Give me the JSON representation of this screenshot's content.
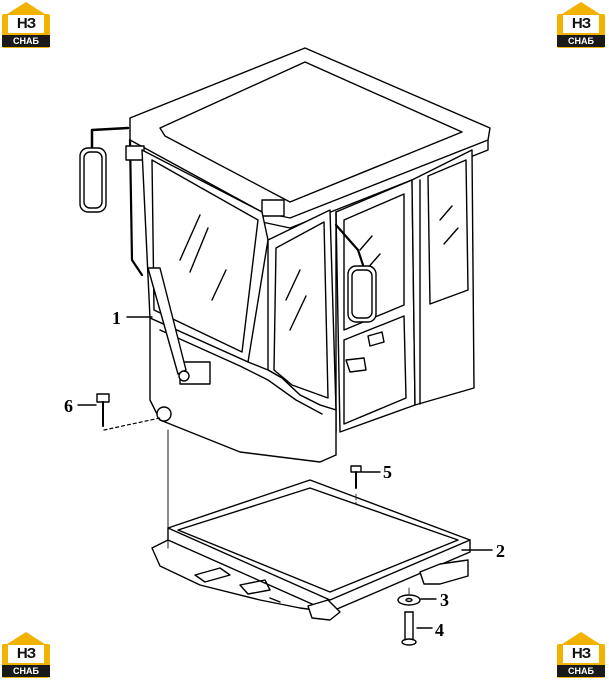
{
  "logo": {
    "mark": "НЗ",
    "sub": "СНАБ",
    "color": "#f2b200"
  },
  "callouts": [
    {
      "id": "1",
      "label": "1"
    },
    {
      "id": "2",
      "label": "2"
    },
    {
      "id": "3",
      "label": "3"
    },
    {
      "id": "4",
      "label": "4"
    },
    {
      "id": "5",
      "label": "5"
    },
    {
      "id": "6",
      "label": "6"
    }
  ]
}
